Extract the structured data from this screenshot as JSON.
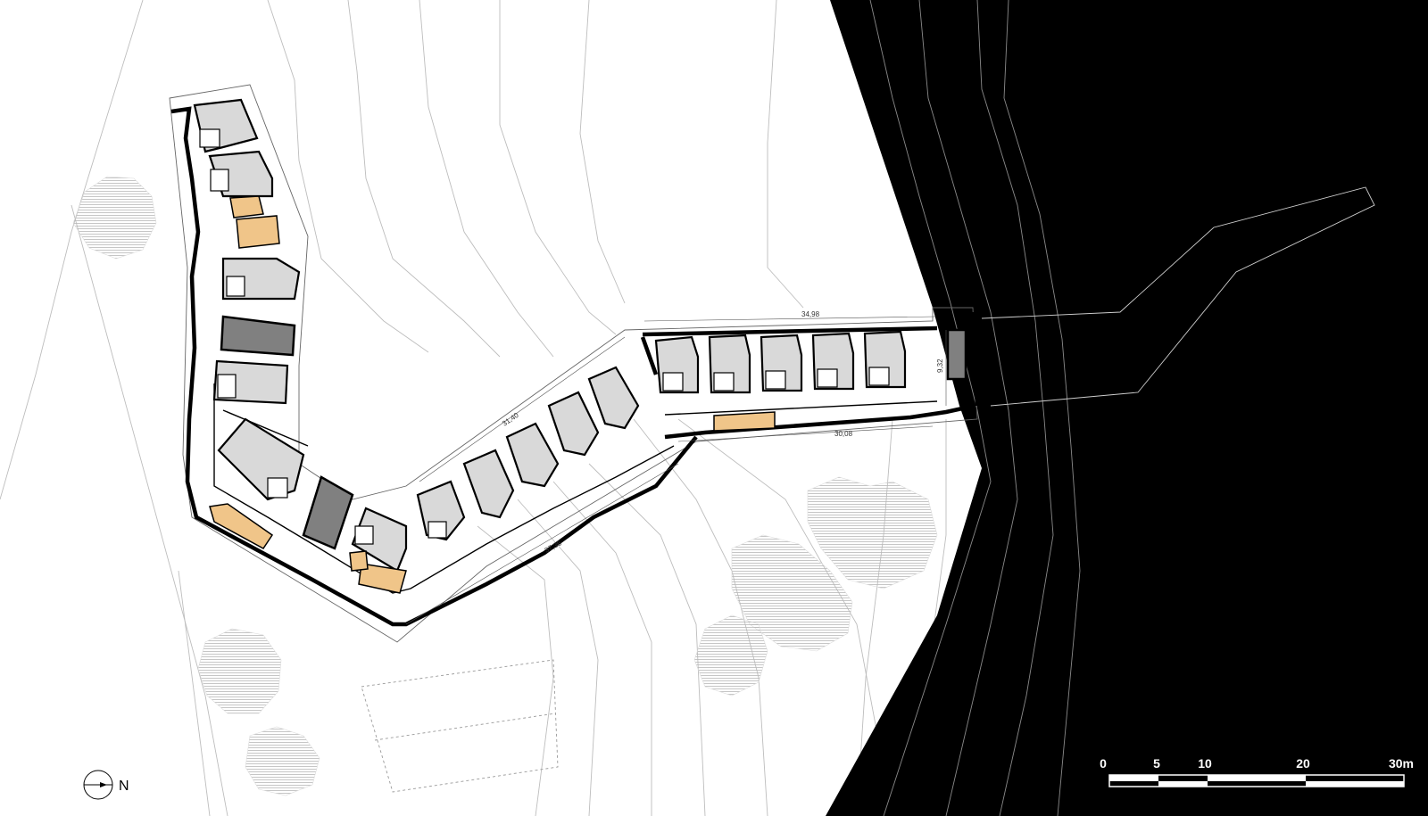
{
  "dimensions": {
    "d1": "34,98",
    "d2": "9,32",
    "d3": "31,40",
    "d4": "30,08",
    "d5": "37,36"
  },
  "scale_bar": {
    "ticks": [
      "0",
      "5",
      "10",
      "20",
      "30m"
    ]
  },
  "north_arrow": {
    "label": "N"
  },
  "colors": {
    "water": "#000000",
    "units": "#d9d9d9",
    "stairs": "#f0c589",
    "service": "#808080"
  }
}
